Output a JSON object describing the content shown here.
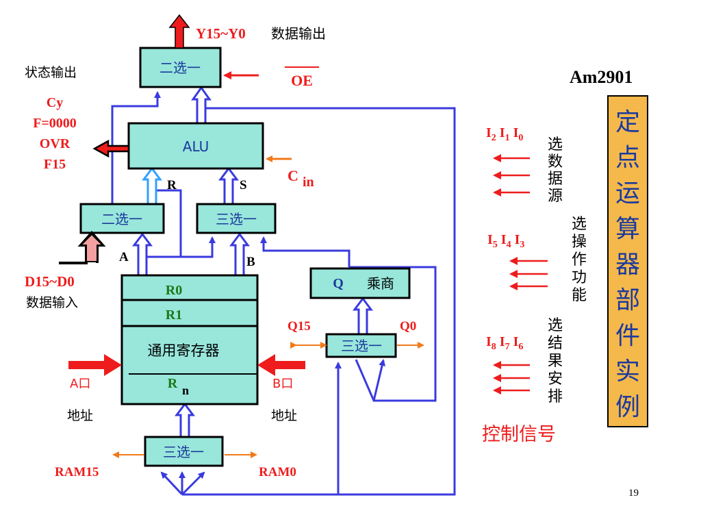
{
  "diagram": {
    "output_label": "Y15~Y0",
    "output_desc": "数据输出",
    "status_output": "状态输出",
    "status_flags": [
      "Cy",
      "F=0000",
      "OVR",
      "F15"
    ],
    "oe_label": "OE",
    "alu_label": "ALU",
    "cin_c": "C",
    "cin_sub": "in",
    "port_r": "R",
    "port_s": "S",
    "port_a": "A",
    "port_b": "B",
    "mux_2to1": "二选一",
    "mux_3to1": "三选一",
    "d_input": "D15~D0",
    "d_input_desc": "数据输入",
    "reg_r0": "R0",
    "reg_r1": "R1",
    "reg_general": "通用寄存器",
    "reg_rn_r": "R",
    "reg_rn_n": "n",
    "a_port": "A口",
    "b_port": "B口",
    "address": "地址",
    "q_reg": "Q",
    "q_desc": "乘商",
    "q15": "Q15",
    "q0": "Q0",
    "ram15": "RAM15",
    "ram0": "RAM0"
  },
  "side": {
    "chip_name": "Am2901",
    "vertical_title": "定点运算器部件实例",
    "i210_parts": [
      "I",
      "2",
      " I",
      "1",
      " I",
      "0"
    ],
    "i543_parts": [
      "I",
      "5",
      " I",
      "4",
      " I",
      "3"
    ],
    "i876_parts": [
      "I",
      "8",
      " I",
      "7",
      " I",
      "6"
    ],
    "select_source": "选数据源",
    "select_function": "选操作功能",
    "select_result": "选结果安排",
    "control_signals": "控制信号"
  },
  "page_number": "19",
  "colors": {
    "box_fill": "#99e6db",
    "box_border": "#000000",
    "wire_blue": "#3a3adf",
    "arrow_red": "#ee1c1c",
    "arrow_orange": "#f07a1a",
    "title_fill": "#f5b84a",
    "text_red": "#ee1c1c",
    "mux_text": "#1a3a9a"
  }
}
